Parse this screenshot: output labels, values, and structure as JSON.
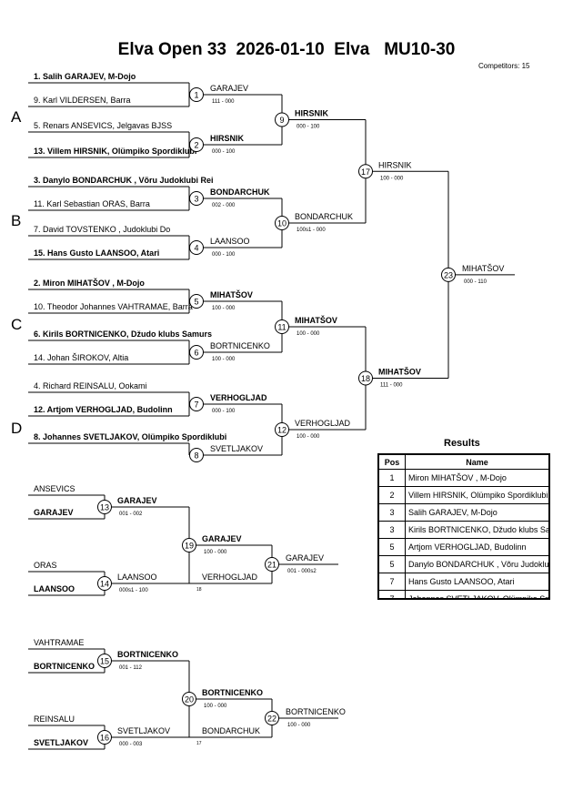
{
  "header": {
    "title": "Elva Open 33  2026-01-10  Elva   MU10-30",
    "competitors": "Competitors: 15"
  },
  "pools": [
    "A",
    "B",
    "C",
    "D"
  ],
  "entries": [
    {
      "text": "1. Salih GARAJEV, M-Dojo",
      "bold": true
    },
    {
      "text": "9. Karl VILDERSEN, Barra",
      "bold": false
    },
    {
      "text": "5. Renars ANSEVICS, Jelgavas BJSS",
      "bold": false
    },
    {
      "text": "13. Villem HIRSNIK, Olümpiko Spordiklubi",
      "bold": true
    },
    {
      "text": "3. Danylo  BONDARCHUK , Võru Judoklubi Rei",
      "bold": true
    },
    {
      "text": "11. Karl Sebastian ORAS, Barra",
      "bold": false
    },
    {
      "text": "7. David TOVSTENKO , Judoklubi Do",
      "bold": false
    },
    {
      "text": "15. Hans Gusto LAANSOO, Atari",
      "bold": true
    },
    {
      "text": "2. Miron MIHATŠOV , M-Dojo",
      "bold": true
    },
    {
      "text": "10. Theodor Johannes VAHTRAMAE, Barra",
      "bold": false
    },
    {
      "text": "6. Kirils BORTNICENKO, Džudo klubs Samurs",
      "bold": true
    },
    {
      "text": "14. Johan ŠIROKOV, Altia",
      "bold": false
    },
    {
      "text": "4. Richard REINSALU, Ookami",
      "bold": false
    },
    {
      "text": "12. Artjom VERHOGLJAD, Budolinn",
      "bold": true
    },
    {
      "text": "8. Johannes SVETLJAKOV, Olümpiko Spordiklubi",
      "bold": true
    }
  ],
  "matches": [
    {
      "num": "1",
      "name": "GARAJEV",
      "score": "111 - 000",
      "bold": false
    },
    {
      "num": "2",
      "name": "HIRSNIK",
      "score": "000 - 100",
      "bold": true
    },
    {
      "num": "3",
      "name": "BONDARCHUK",
      "score": "002 - 000",
      "bold": true
    },
    {
      "num": "4",
      "name": "LAANSOO",
      "score": "000 - 100",
      "bold": false
    },
    {
      "num": "5",
      "name": "MIHATŠOV",
      "score": "100 - 000",
      "bold": true
    },
    {
      "num": "6",
      "name": "BORTNICENKO",
      "score": "100 - 000",
      "bold": false
    },
    {
      "num": "7",
      "name": "VERHOGLJAD",
      "score": "000 - 100",
      "bold": true
    },
    {
      "num": "8",
      "name": "SVETLJAKOV",
      "score": "",
      "bold": false
    },
    {
      "num": "9",
      "name": "HIRSNIK",
      "score": "000 - 100",
      "bold": true
    },
    {
      "num": "10",
      "name": "BONDARCHUK",
      "score": "100s1 - 000",
      "bold": false
    },
    {
      "num": "11",
      "name": "MIHATŠOV",
      "score": "100 - 000",
      "bold": true
    },
    {
      "num": "12",
      "name": "VERHOGLJAD",
      "score": "100 - 000",
      "bold": false
    },
    {
      "num": "17",
      "name": "HIRSNIK",
      "score": "100 - 000",
      "bold": false
    },
    {
      "num": "18",
      "name": "MIHATŠOV",
      "score": "111 - 000",
      "bold": true
    },
    {
      "num": "23",
      "name": "MIHATŠOV",
      "score": "000 - 110",
      "bold": false
    }
  ],
  "repechage": [
    {
      "entries": [
        {
          "text": "ANSEVICS",
          "bold": false
        },
        {
          "text": "GARAJEV",
          "bold": true
        },
        {
          "text": "ORAS",
          "bold": false
        },
        {
          "text": "LAANSOO",
          "bold": true
        }
      ],
      "matches": [
        {
          "num": "13",
          "name": "GARAJEV",
          "score": "001 - 002",
          "bold": true
        },
        {
          "num": "14",
          "name": "LAANSOO",
          "score": "000s1 - 100",
          "bold": false
        },
        {
          "num": "19",
          "name": "GARAJEV",
          "score": "100 - 000",
          "bold": true
        },
        {
          "num": "21",
          "name": "GARAJEV",
          "score": "001 - 000s2",
          "bold": false
        }
      ],
      "lower": {
        "name": "VERHOGLJAD",
        "tag": "18"
      }
    },
    {
      "entries": [
        {
          "text": "VAHTRAMAE",
          "bold": false
        },
        {
          "text": "BORTNICENKO",
          "bold": true
        },
        {
          "text": "REINSALU",
          "bold": false
        },
        {
          "text": "SVETLJAKOV",
          "bold": true
        }
      ],
      "matches": [
        {
          "num": "15",
          "name": "BORTNICENKO",
          "score": "001 - 112",
          "bold": true
        },
        {
          "num": "16",
          "name": "SVETLJAKOV",
          "score": "000 - 003",
          "bold": false
        },
        {
          "num": "20",
          "name": "BORTNICENKO",
          "score": "100 - 000",
          "bold": true
        },
        {
          "num": "22",
          "name": "BORTNICENKO",
          "score": "100 - 000",
          "bold": false
        }
      ],
      "lower": {
        "name": "BONDARCHUK",
        "tag": "17"
      }
    }
  ],
  "results": {
    "title": "Results",
    "headers": {
      "pos": "Pos",
      "name": "Name"
    },
    "rows": [
      {
        "pos": "1",
        "name": "Miron MIHATŠOV , M-Dojo"
      },
      {
        "pos": "2",
        "name": "Villem HIRSNIK, Olümpiko Spordiklubi"
      },
      {
        "pos": "3",
        "name": "Salih GARAJEV, M-Dojo"
      },
      {
        "pos": "3",
        "name": "Kirils BORTNICENKO, Džudo klubs Samurs"
      },
      {
        "pos": "5",
        "name": "Artjom VERHOGLJAD, Budolinn"
      },
      {
        "pos": "5",
        "name": "Danylo  BONDARCHUK , Võru Judoklubi Rei"
      },
      {
        "pos": "7",
        "name": "Hans Gusto LAANSOO, Atari"
      },
      {
        "pos": "7",
        "name": "Johannes SVETLJAKOV, Olümpiko Spordiklubi"
      }
    ]
  }
}
